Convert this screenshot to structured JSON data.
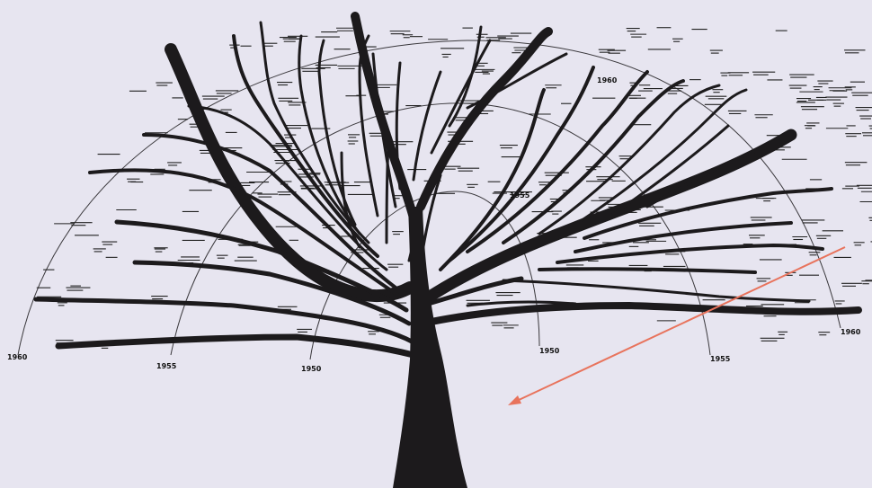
{
  "diagram": {
    "type": "phylogenetic-tree",
    "rings": [
      {
        "id": "ring-1950",
        "year_left": "1950",
        "year_right": "1950"
      },
      {
        "id": "ring-1955",
        "year_left": "1955",
        "year_top": "1955",
        "year_right": "1955"
      },
      {
        "id": "ring-1960",
        "year_left": "1960",
        "year_top": "1960",
        "year_right": "1960"
      }
    ],
    "colors": {
      "background": "#e7e5f0",
      "tree": "#1c1a1c",
      "arrow": "#e8735c"
    },
    "annotation": {
      "type": "arrow",
      "direction": "down-left",
      "color": "#e8735c"
    }
  }
}
